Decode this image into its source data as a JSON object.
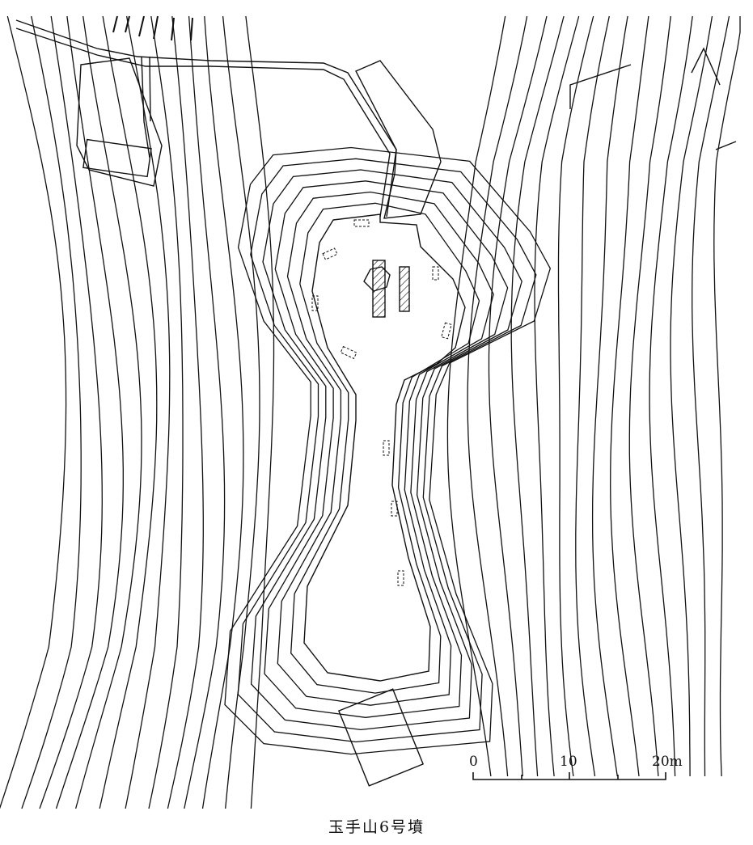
{
  "caption": "玉手山6号墳",
  "scale_bar": {
    "labels": [
      "0",
      "10",
      "20m"
    ],
    "unit": "m",
    "length": 20
  },
  "colors": {
    "line": "#111111",
    "background": "#ffffff"
  }
}
